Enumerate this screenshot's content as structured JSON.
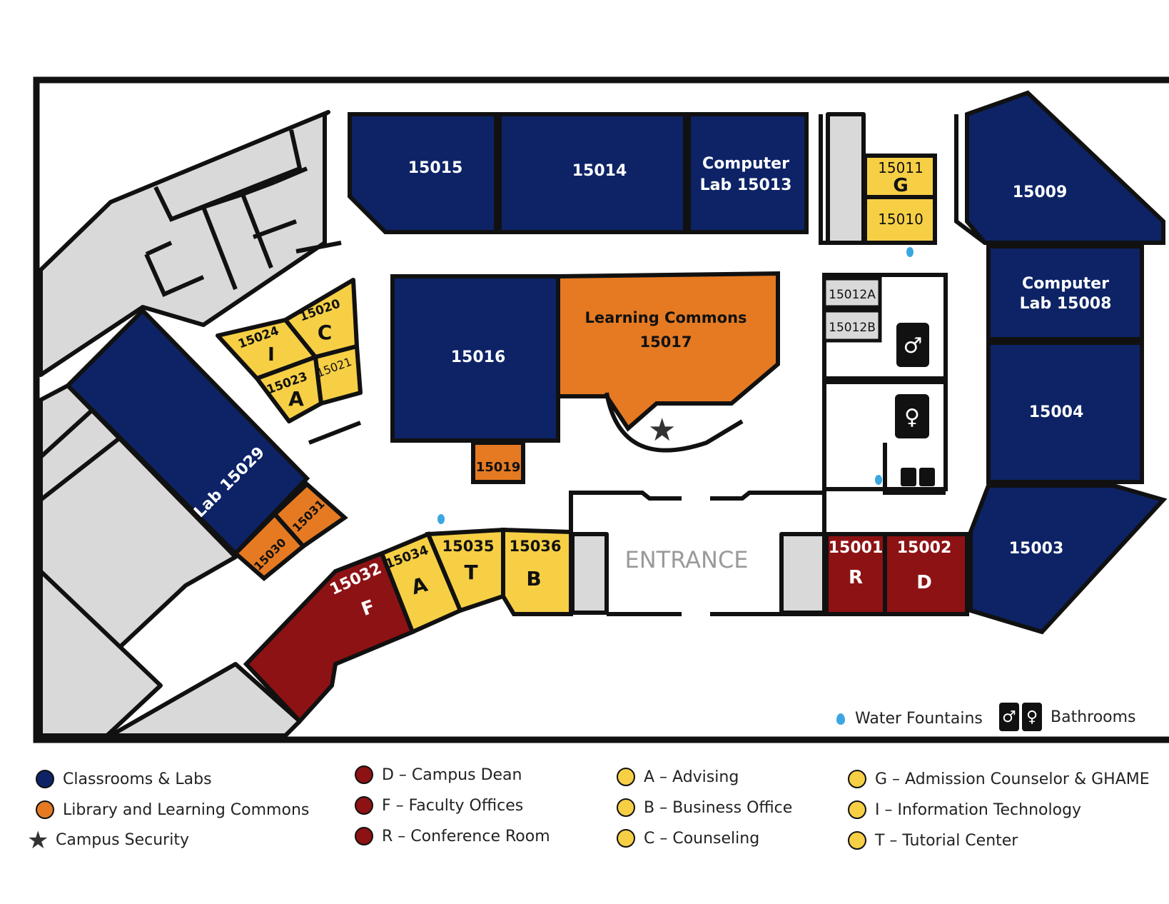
{
  "colors": {
    "classroom": "#0d2366",
    "library": "#e57a22",
    "red": "#8d1214",
    "yellow": "#f6cf45",
    "gray": "#d9d9d9",
    "wall": "#111111",
    "fountain": "#3aa7e3"
  },
  "rooms": {
    "r15015": "15015",
    "r15014": "15014",
    "r15013a": "Computer",
    "r15013b": "Lab 15013",
    "r15011": "15011",
    "r15011_letter": "G",
    "r15010": "15010",
    "r15009": "15009",
    "r15008a": "Computer",
    "r15008b": "Lab 15008",
    "r15004": "15004",
    "r15003": "15003",
    "r15001": "15001",
    "r15001_letter": "R",
    "r15002": "15002",
    "r15002_letter": "D",
    "r15012a": "15012A",
    "r15012b": "15012B",
    "r15016": "15016",
    "r15017a": "Learning Commons",
    "r15017b": "15017",
    "r15019": "15019",
    "r15020": "15020",
    "r15020_letter": "C",
    "r15021": "15021",
    "r15023": "15023",
    "r15023_letter": "A",
    "r15024": "15024",
    "r15024_letter": "I",
    "r15029": "Lab 15029",
    "r15030": "15030",
    "r15031": "15031",
    "r15032": "15032",
    "r15032_letter": "F",
    "r15034": "15034",
    "r15034_letter": "A",
    "r15035": "15035",
    "r15035_letter": "T",
    "r15036": "15036",
    "r15036_letter": "B",
    "entrance": "ENTRANCE"
  },
  "map_key": {
    "fountains": "Water Fountains",
    "bathrooms": "Bathrooms"
  },
  "legend": {
    "col1": [
      "Classrooms & Labs",
      "Library and Learning Commons",
      "Campus Security"
    ],
    "col2": [
      "D – Campus Dean",
      "F – Faculty Offices",
      "R – Conference Room"
    ],
    "col3": [
      "A – Advising",
      "B – Business Office",
      "C – Counseling"
    ],
    "col4": [
      "G – Admission Counselor & GHAME",
      "I – Information Technology",
      "T – Tutorial Center"
    ]
  }
}
